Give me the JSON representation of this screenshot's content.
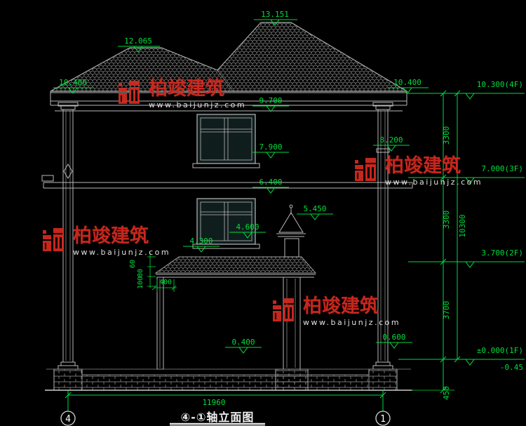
{
  "colors": {
    "background": "#000000",
    "linework": "#b8b8b8",
    "dimension_green": "#00dd3c",
    "watermark_red": "#d42b20",
    "watermark_white": "#f2f2f2"
  },
  "watermark": {
    "brand": "柏竣建筑",
    "url": "www.baijunjz.com"
  },
  "dim_labels": {
    "peak_main": "13.151",
    "peak_left": "12.065",
    "eave_left": "10.400",
    "eave_right": "10.400",
    "ridge_lower": "9.700",
    "col_band_right": "8.200",
    "window_sill_2f": "7.900",
    "floor_band": "6.400",
    "finial_top": "5.450",
    "canopy_ridge": "4.600",
    "canopy_eave": "4.300",
    "plinth_left": "0.400",
    "plinth_right": "0.600",
    "detail_60": "60",
    "detail_80": "80",
    "detail_100": "100",
    "detail_400": "400",
    "total_width": "11960"
  },
  "level_marks": {
    "f4": "10.300(4F)",
    "f3": "7.000(3F)",
    "f2": "3.700(2F)",
    "f1": "±0.000(1F)",
    "ground": "-0.45"
  },
  "vertical_dims": {
    "seg_top": "3300",
    "seg_mid": "3300",
    "overall": "10300",
    "seg_lower": "3700",
    "seg_foot": "450"
  },
  "title_bar": {
    "title": "④-①轴立面图",
    "axis_left": "4",
    "axis_right": "1"
  }
}
